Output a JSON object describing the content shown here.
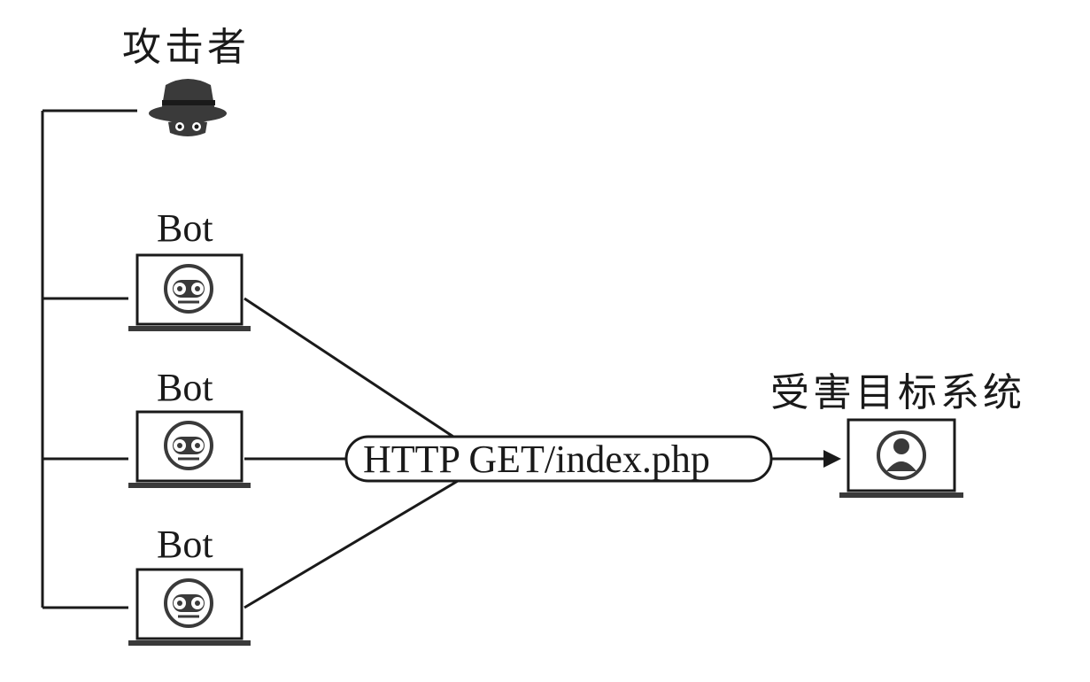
{
  "attacker": {
    "label": "攻击者",
    "icon": "spy-hat-icon"
  },
  "bots": [
    {
      "label": "Bot",
      "icon": "bot-face-icon"
    },
    {
      "label": "Bot",
      "icon": "bot-face-icon"
    },
    {
      "label": "Bot",
      "icon": "bot-face-icon"
    }
  ],
  "request": {
    "label": "HTTP GET/index.php"
  },
  "target": {
    "label": "受害目标系统",
    "icon": "user-avatar-icon"
  },
  "colors": {
    "ink": "#1a1a1a",
    "fill": "#3a3a3a",
    "screen": "#ffffff"
  }
}
